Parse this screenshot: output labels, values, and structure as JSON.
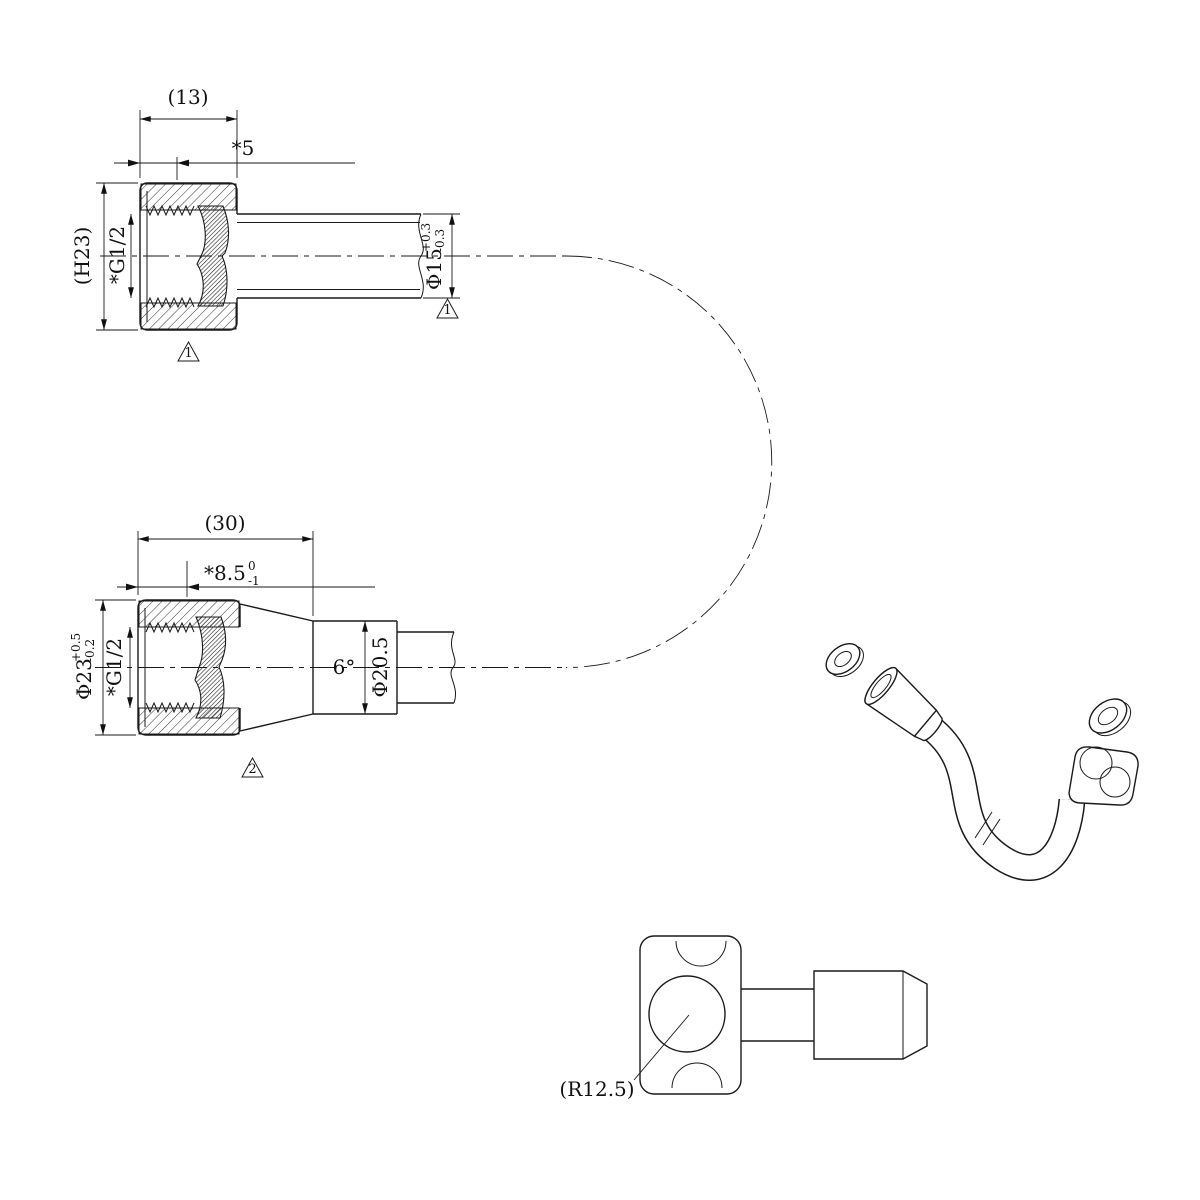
{
  "drawing": {
    "background": "#ffffff",
    "line_color": "#1a1a1a"
  },
  "top_view": {
    "dim_width": "(13)",
    "dim_thread_length": "*5",
    "dim_height": "(H23)",
    "dim_thread": "*G1/2",
    "dim_tube_dia": "Φ15",
    "dim_tube_dia_tol_upper": "+0.3",
    "dim_tube_dia_tol_lower": "-0.3",
    "note_flag_nut": "1",
    "note_flag_tube": "1"
  },
  "mid_view": {
    "dim_length": "(30)",
    "dim_thread_length": "*8.5",
    "dim_thread_length_tol_upper": "0",
    "dim_thread_length_tol_lower": "-1",
    "dim_outer_dia": "Φ23",
    "dim_outer_dia_tol_upper": "+0.5",
    "dim_outer_dia_tol_lower": "-0.2",
    "dim_thread": "*G1/2",
    "dim_taper_angle": "6°",
    "dim_cylinder_dia": "Φ20.5",
    "note_flag_nut": "2"
  },
  "elbow_view": {
    "dim_radius": "(R12.5)"
  }
}
